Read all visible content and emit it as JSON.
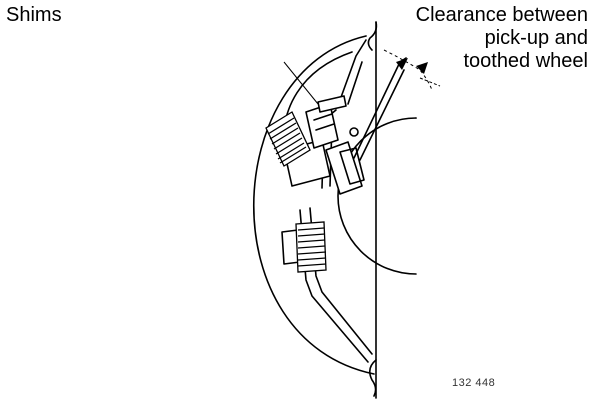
{
  "labels": {
    "shims": "Shims",
    "clearance_lines": [
      "Clearance between",
      "pick-up and",
      "toothed wheel"
    ]
  },
  "figure_number": "132 448",
  "colors": {
    "ink": "#000000",
    "background": "#ffffff"
  }
}
